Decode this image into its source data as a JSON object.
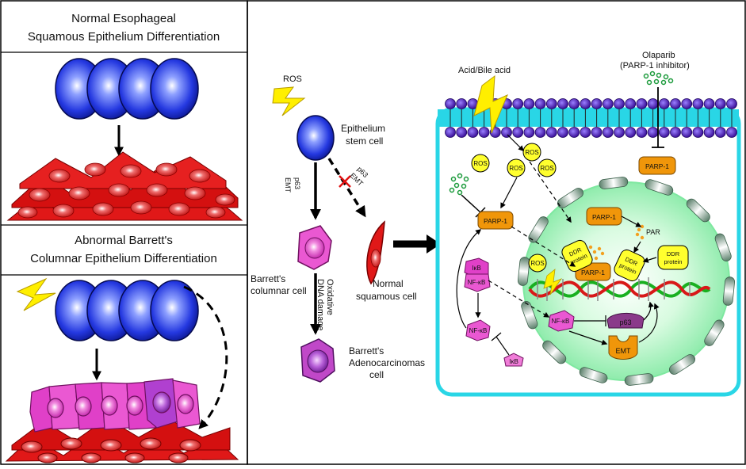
{
  "left_panel": {
    "normal_title_line1": "Normal Esophageal",
    "normal_title_line2": "Squamous Epithelium Differentiation",
    "abnormal_title_line1": "Abnormal  Barrett's",
    "abnormal_title_line2": "Columnar Epithelium Differentiation"
  },
  "middle_panel": {
    "ros": "ROS",
    "stem_line1": "Epithelium",
    "stem_line2": "stem cell",
    "p63_left": "p63",
    "emt_left": "EMT",
    "p63_right": "p63",
    "emt_right": "EMT",
    "barretts_line1": "Barrett's",
    "barretts_line2": "columnar cell",
    "oxidative_line1": "Oxidative",
    "oxidative_line2": "DNA damage",
    "adeno_line1": "Barrett's",
    "adeno_line2": "Adenocarcinomas",
    "adeno_line3": "cell",
    "normal_sq_line1": "Normal",
    "normal_sq_line2": "squamous cell"
  },
  "right_panel": {
    "acid_bile": "Acid/Bile acid",
    "olaparib_line1": "Olaparib",
    "olaparib_line2": "(PARP-1 inhibitor)",
    "ros_labels": [
      "ROS",
      "ROS",
      "ROS",
      "ROS",
      "ROS"
    ],
    "parp1_membrane": "PARP-1",
    "parp1_cytoplasm": "PARP-1",
    "parp1_nucleus": "PARP-1",
    "parp1_dna": "PARP-1",
    "par": "PAR",
    "ddr1_line1": "DDR",
    "ddr1_line2": "protein",
    "ddr2_line1": "DDR",
    "ddr2_line2": "protein",
    "ddr3_line1": "DDR",
    "ddr3_line2": "protein",
    "ikb_top": "IκB",
    "nfkb_top": "NF-κB",
    "nfkb_mid": "NF-κB",
    "nfkb_nuc": "NF-κB",
    "ikb_bottom": "IκB",
    "p63": "p63",
    "emt": "EMT"
  },
  "colors": {
    "blue_cell": "#1a2fd8",
    "red_cell": "#e01010",
    "pink_cell": "#e040c8",
    "membrane_cyan": "#29d6e6",
    "lipid_purple": "#4a1fa8",
    "parp_orange": "#f0960a",
    "ros_yellow": "#ffff2e",
    "nucleus_green": "#b8f7c8"
  }
}
